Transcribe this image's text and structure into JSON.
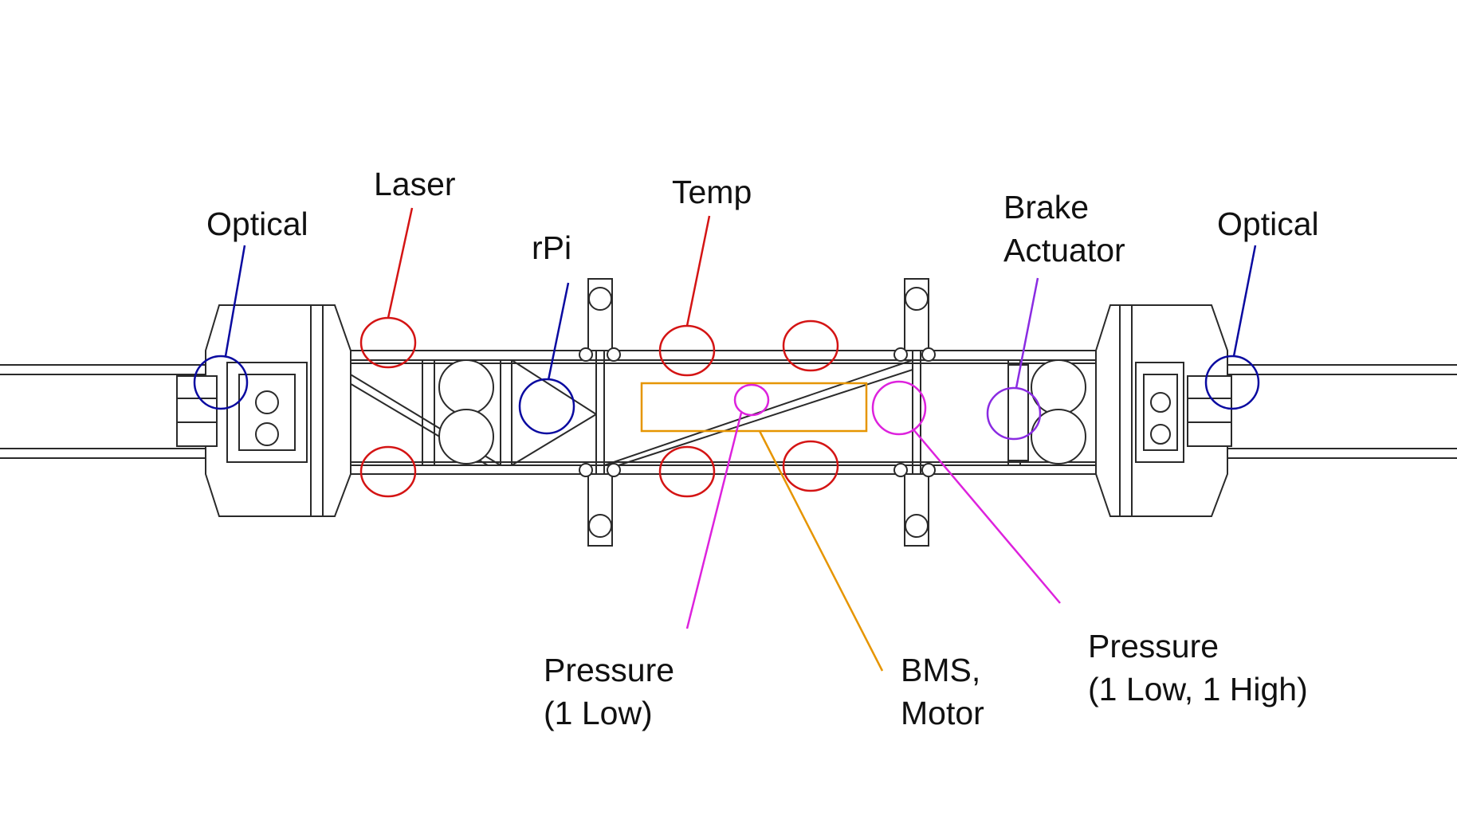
{
  "labels": {
    "optical_left": "Optical",
    "laser": "Laser",
    "rpi": "rPi",
    "temp": "Temp",
    "brake_line1": "Brake",
    "brake_line2": "Actuator",
    "optical_right": "Optical",
    "pressure_low_line1": "Pressure",
    "pressure_low_line2": "(1 Low)",
    "bms_line1": "BMS,",
    "bms_line2": "Motor",
    "pressure_high_line1": "Pressure",
    "pressure_high_line2": "(1 Low, 1 High)"
  },
  "colors": {
    "optical": "#0a0aa0",
    "rpi": "#0a0aa0",
    "laser": "#d41414",
    "temp": "#d41414",
    "pressure": "#dd22dd",
    "brake": "#8a2be2",
    "bms": "#e69500",
    "frame": "#2a2a2a"
  }
}
